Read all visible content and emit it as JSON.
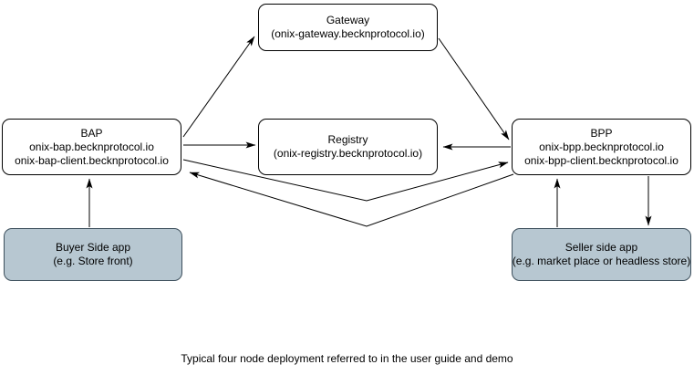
{
  "diagram": {
    "caption": "Typical four node deployment referred to in the user guide and demo",
    "colors": {
      "node_fill": "#ffffff",
      "node_border": "#000000",
      "app_fill": "#b7c7d1",
      "app_border": "#3d4f5c",
      "arrow": "#000000"
    },
    "nodes": {
      "gateway": {
        "title": "Gateway",
        "subtitle": "(onix-gateway.becknprotocol.io)"
      },
      "bap": {
        "title": "BAP",
        "line1": "onix-bap.becknprotocol.io",
        "line2": "onix-bap-client.becknprotocol.io"
      },
      "registry": {
        "title": "Registry",
        "subtitle": "(onix-registry.becknprotocol.io)"
      },
      "bpp": {
        "title": "BPP",
        "line1": "onix-bpp.becknprotocol.io",
        "line2": "onix-bpp-client.becknprotocol.io"
      },
      "buyer_app": {
        "title": "Buyer Side app",
        "subtitle": "(e.g. Store front)"
      },
      "seller_app": {
        "title": "Seller side app",
        "subtitle": "(e.g. market place or headless store)"
      }
    },
    "edges": [
      {
        "from": "bap",
        "to": "gateway"
      },
      {
        "from": "gateway",
        "to": "bpp"
      },
      {
        "from": "bap",
        "to": "registry"
      },
      {
        "from": "bpp",
        "to": "registry"
      },
      {
        "from": "bap",
        "to": "bpp"
      },
      {
        "from": "bpp",
        "to": "bap"
      },
      {
        "from": "buyer_app",
        "to": "bap"
      },
      {
        "from": "seller_app",
        "to": "bpp"
      },
      {
        "from": "bpp",
        "to": "seller_app"
      }
    ]
  }
}
